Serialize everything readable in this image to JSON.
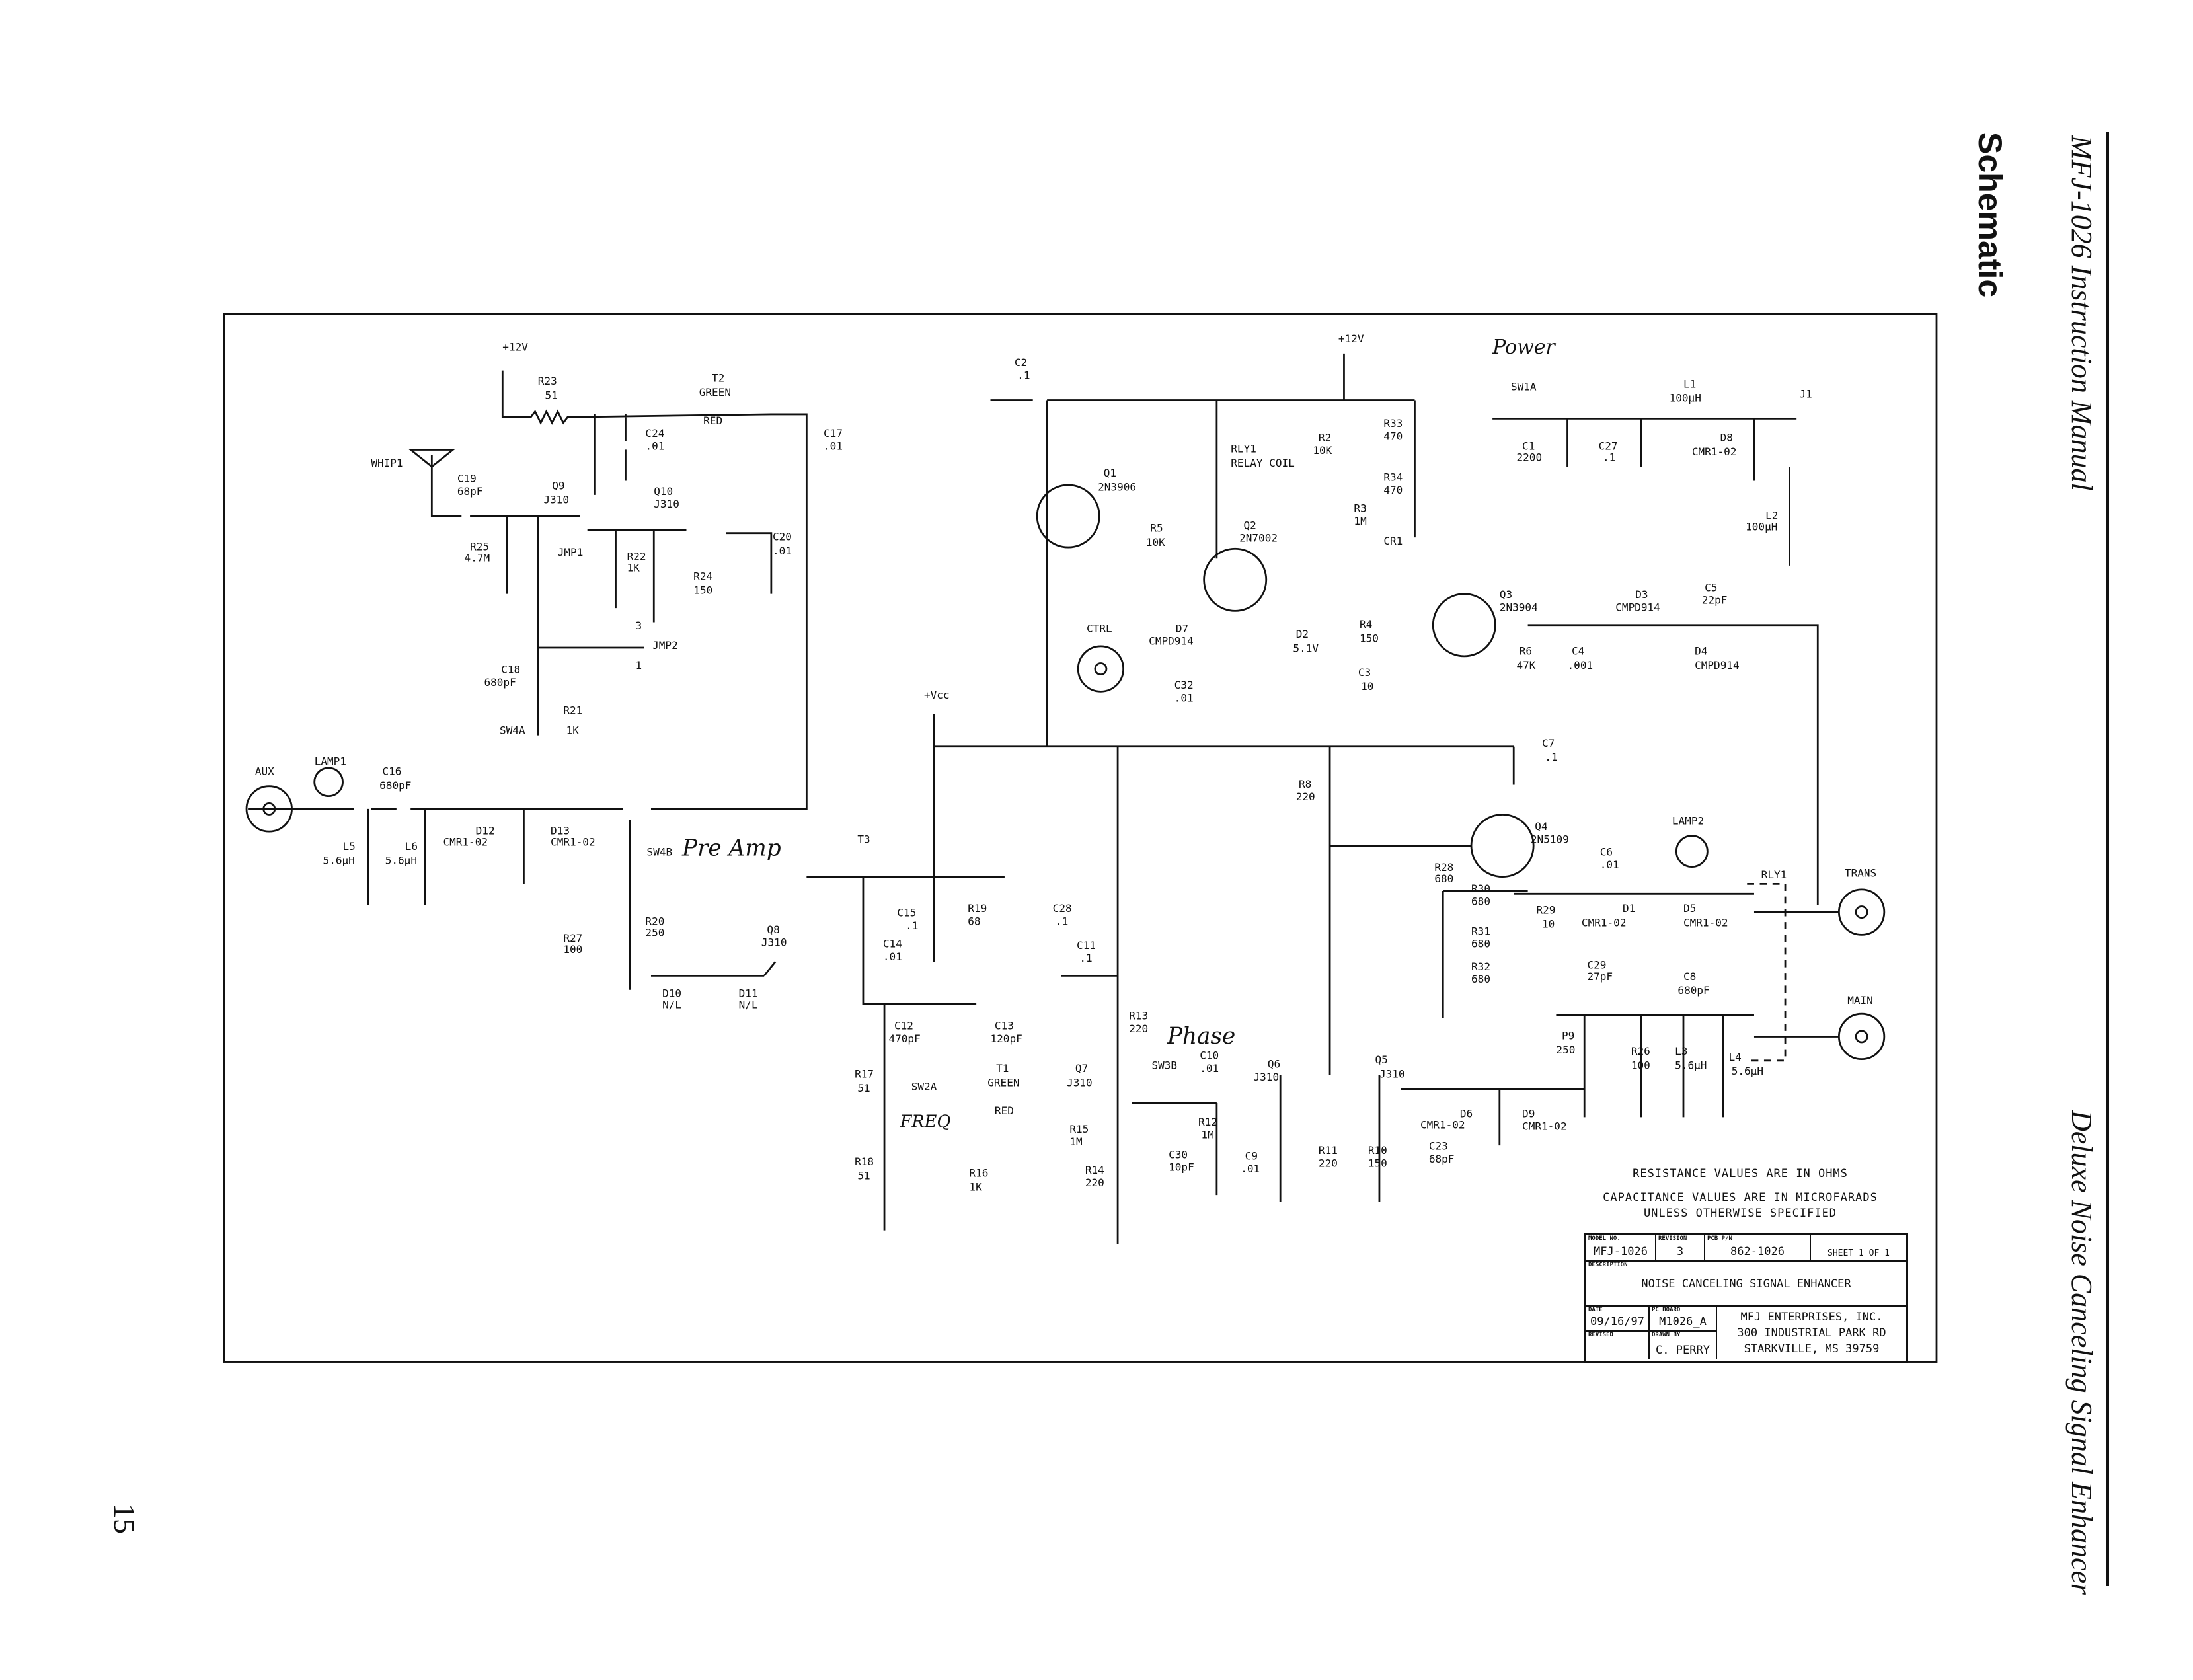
{
  "page": {
    "section_title": "Schematic",
    "manual_title": "MFJ-1026 Instruction Manual",
    "product_title": "Deluxe Noise Canceling Signal Enhancer",
    "page_number": "15"
  },
  "notes": [
    "RESISTANCE VALUES ARE IN OHMS",
    "CAPACITANCE VALUES ARE IN MICROFARADS",
    "UNLESS OTHERWISE SPECIFIED"
  ],
  "title_block": {
    "model_caption": "MODEL NO.",
    "model": "MFJ-1026",
    "revision_caption": "REVISION",
    "revision": "3",
    "pcb_caption": "PCB P/N",
    "pcb": "862-1026",
    "sheet": "SHEET 1 OF 1",
    "description_caption": "DESCRIPTION",
    "description": "NOISE CANCELING SIGNAL ENHANCER",
    "date_caption": "DATE",
    "date": "09/16/97",
    "file_caption": "PC BOARD",
    "file": "M1026_A",
    "revised_caption": "REVISED",
    "drawn_caption": "DRAWN BY",
    "drawn_by": "C. PERRY",
    "company": "MFJ ENTERPRISES, INC.",
    "address1": "300 INDUSTRIAL PARK RD",
    "address2": "STARKVILLE, MS 39759"
  },
  "handwritten": [
    "Power",
    "Pre Amp",
    "Phase",
    "FREQ"
  ],
  "labels": [
    "+12V",
    "R23",
    "51",
    "T2",
    "GREEN",
    "RED",
    "C24",
    ".01",
    "C17",
    ".01",
    "WHIP1",
    "C19",
    "68pF",
    "Q9",
    "J310",
    "Q10",
    "J310",
    "R25",
    "4.7M",
    "JMP1",
    "R22",
    "1K",
    "C20",
    ".01",
    "R24",
    "150",
    "3",
    "JMP2",
    "1",
    "C18",
    "680pF",
    "R21",
    "1K",
    "SW4A",
    "AUX",
    "LAMP1",
    "C16",
    "680pF",
    "D12",
    "CMR1-02",
    "D13",
    "CMR1-02",
    "L5",
    "5.6µH",
    "L6",
    "5.6µH",
    "SW4B",
    "T3",
    "R27",
    "100",
    "R20",
    "250",
    "Q8",
    "J310",
    "C15",
    ".1",
    "R19",
    "68",
    "C28",
    ".1",
    "C14",
    ".01",
    "D10",
    "N/L",
    "D11",
    "N/L",
    "C11",
    ".1",
    "+Vcc",
    "C12",
    "470pF",
    "C13",
    "120pF",
    "R13",
    "220",
    "R17",
    "51",
    "SW2A",
    "T1",
    "GREEN",
    "RED",
    "Q7",
    "J310",
    "SW3B",
    "C10",
    ".01",
    "R15",
    "1M",
    "R12",
    "1M",
    "R18",
    "51",
    "R16",
    "1K",
    "R14",
    "220",
    "C30",
    "10pF",
    "C9",
    ".01",
    "Q6",
    "J310",
    "Q5",
    "J310",
    "R11",
    "220",
    "R10",
    "150",
    "C23",
    "68pF",
    "D6",
    "CMR1-02",
    "D9",
    "CMR1-02",
    "C2",
    ".1",
    "+12V",
    "SW1A",
    "L1",
    "100µH",
    "J1",
    "RLY1",
    "RELAY COIL",
    "R2",
    "10K",
    "R33",
    "470",
    "R34",
    "470",
    "C1",
    "2200",
    "C27",
    ".1",
    "D8",
    "CMR1-02",
    "Q1",
    "2N3906",
    "R3",
    "1M",
    "CR1",
    "L2",
    "100µH",
    "R5",
    "10K",
    "Q2",
    "2N7002",
    "Q3",
    "2N3904",
    "D3",
    "CMPD914",
    "C5",
    "22pF",
    "CTRL",
    "D7",
    "CMPD914",
    "D2",
    "5.1V",
    "R4",
    "150",
    "R6",
    "47K",
    "C4",
    ".001",
    "D4",
    "CMPD914",
    "C32",
    ".01",
    "C3",
    "10",
    "C7",
    ".1",
    "R8",
    "220",
    "Q4",
    "2N5109",
    "LAMP2",
    "C6",
    ".01",
    "R28",
    "680",
    "R30",
    "680",
    "RLY1",
    "TRANS",
    "R29",
    "10",
    "D1",
    "CMR1-02",
    "D5",
    "CMR1-02",
    "R31",
    "680",
    "R32",
    "680",
    "C29",
    "27pF",
    "C8",
    "680pF",
    "MAIN",
    "P9",
    "250",
    "R26",
    "100",
    "L3",
    "5.6µH",
    "L4",
    "5.6µH"
  ]
}
